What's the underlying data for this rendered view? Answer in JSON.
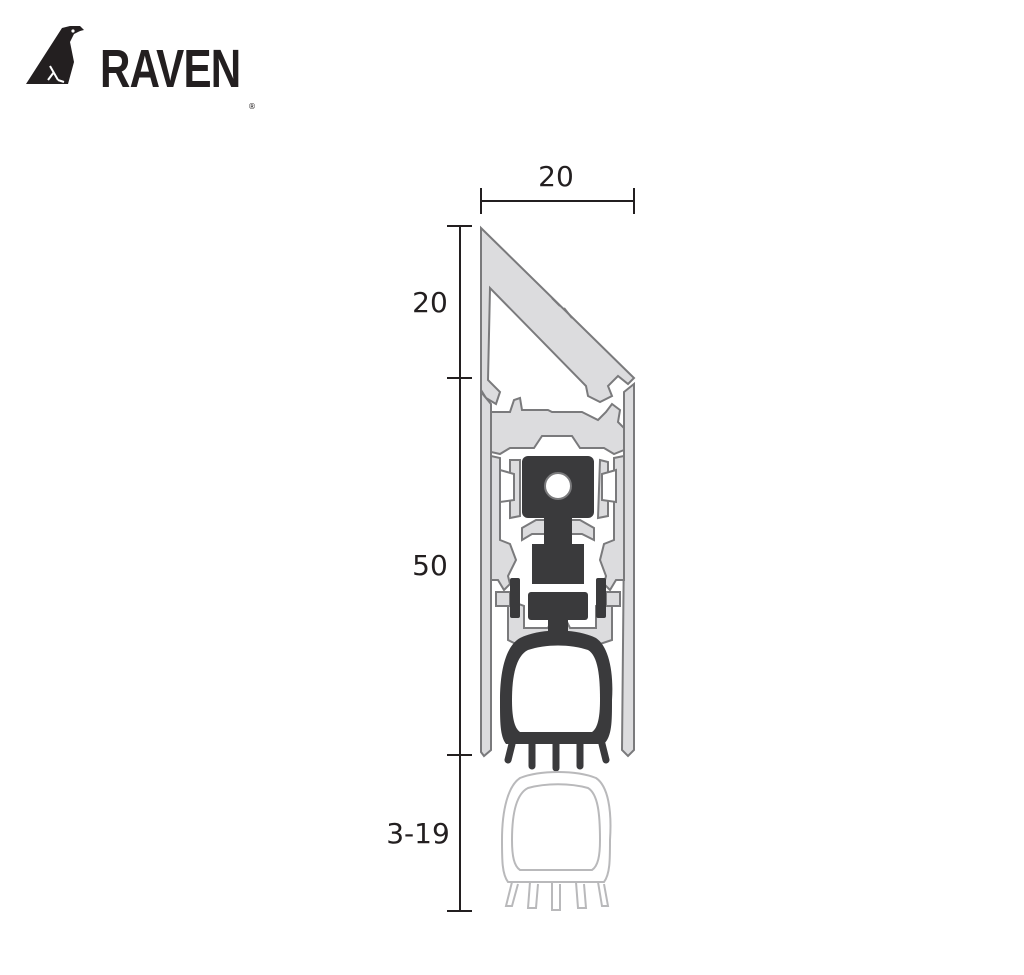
{
  "brand": {
    "name": "RAVEN",
    "registered_mark": "®"
  },
  "dimensions": {
    "width": "20",
    "head": "20",
    "body": "50",
    "drop": "3-19"
  },
  "colors": {
    "ink": "#231f20",
    "aluminium_fill": "#dcdcde",
    "aluminium_outline": "#7a7a7c",
    "seal": "#3a3a3c",
    "seal_ghost": "#b9b9bb"
  }
}
